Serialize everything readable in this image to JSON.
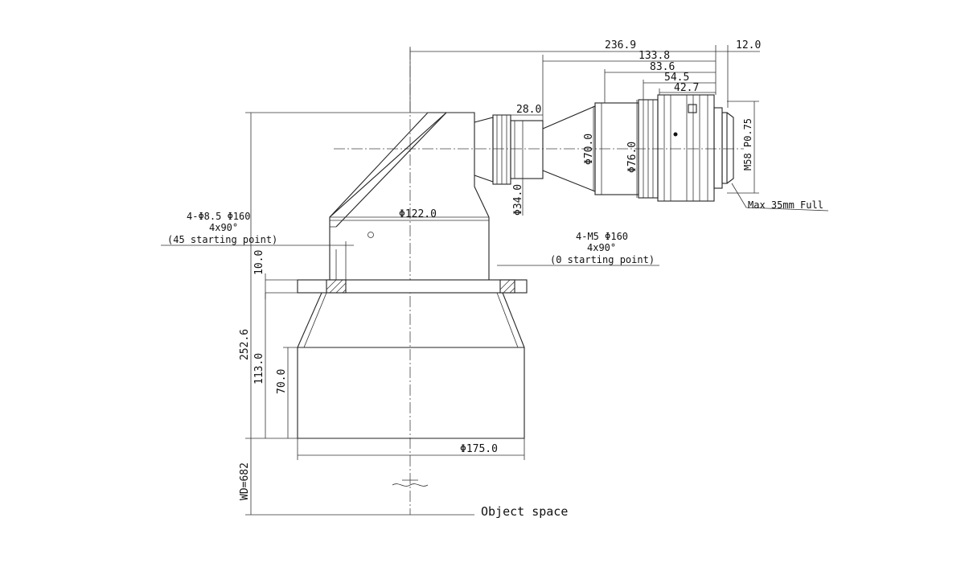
{
  "dimensions": {
    "d236_9": "236.9",
    "d12_0": "12.0",
    "d133_8": "133.8",
    "d83_6": "83.6",
    "d54_5": "54.5",
    "d42_7": "42.7",
    "d28_0": "28.0",
    "phi70": "Φ70.0",
    "phi76": "Φ76.0",
    "phi34": "Φ34.0",
    "m58": "M58 P0.75",
    "max35": "Max 35mm Full",
    "phi122": "Φ122.0",
    "phi175": "Φ175.0",
    "d10_0": "10.0",
    "d252_6": "252.6",
    "d113_0": "113.0",
    "d70_0": "70.0",
    "wd": "WD=682"
  },
  "annotations": {
    "left_hole_line1": "4-Φ8.5  Φ160",
    "left_hole_line2": "4x90°",
    "left_hole_line3": "(45 starting point)",
    "right_hole_line1": "4-M5  Φ160",
    "right_hole_line2": "4x90°",
    "right_hole_line3": "(0 starting point)",
    "object_space": "Object space"
  }
}
